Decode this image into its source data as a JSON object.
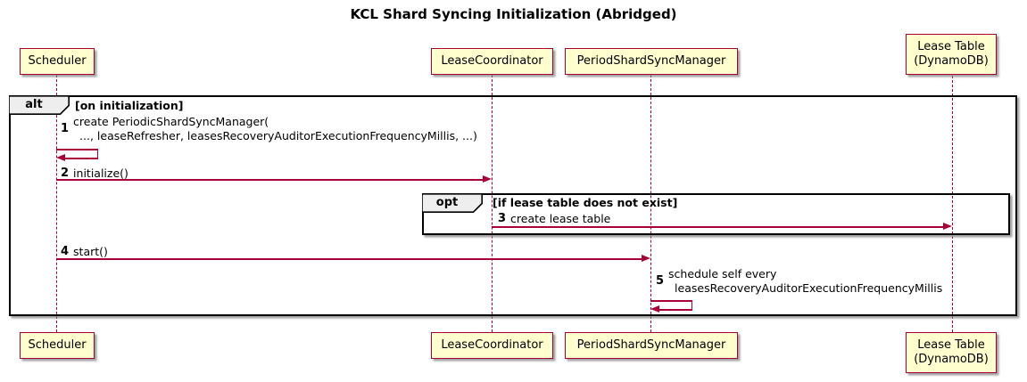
{
  "title": "KCL Shard Syncing Initialization (Abridged)",
  "colors": {
    "bg": "#FFFFFF",
    "text": "#000000",
    "participant-fill": "#FEFECE",
    "participant-border": "#A80036",
    "line": "#A80036",
    "frame-border": "#000000",
    "label-fill": "#EEEEEE"
  },
  "participants": [
    {
      "id": "scheduler",
      "lines": [
        "Scheduler"
      ]
    },
    {
      "id": "lease-coordinator",
      "lines": [
        "LeaseCoordinator"
      ]
    },
    {
      "id": "period-shard-sync-manager",
      "lines": [
        "PeriodShardSyncManager"
      ]
    },
    {
      "id": "lease-table",
      "lines": [
        "Lease Table",
        "(DynamoDB)"
      ]
    }
  ],
  "frames": {
    "alt": {
      "keyword": "alt",
      "condition": "[on initialization]"
    },
    "opt": {
      "keyword": "opt",
      "condition": "[if lease table does not exist]"
    }
  },
  "messages": [
    {
      "num": "1",
      "from": "scheduler",
      "to": "scheduler",
      "self": true,
      "lines": [
        "create PeriodicShardSyncManager(",
        "..., leaseRefresher, leasesRecoveryAuditorExecutionFrequencyMillis, ...)"
      ]
    },
    {
      "num": "2",
      "from": "scheduler",
      "to": "lease-coordinator",
      "self": false,
      "lines": [
        "initialize()"
      ]
    },
    {
      "num": "3",
      "from": "lease-coordinator",
      "to": "lease-table",
      "self": false,
      "lines": [
        "create lease table"
      ]
    },
    {
      "num": "4",
      "from": "scheduler",
      "to": "period-shard-sync-manager",
      "self": false,
      "lines": [
        "start()"
      ]
    },
    {
      "num": "5",
      "from": "period-shard-sync-manager",
      "to": "period-shard-sync-manager",
      "self": true,
      "lines": [
        "schedule self every",
        "leasesRecoveryAuditorExecutionFrequencyMillis"
      ]
    }
  ]
}
